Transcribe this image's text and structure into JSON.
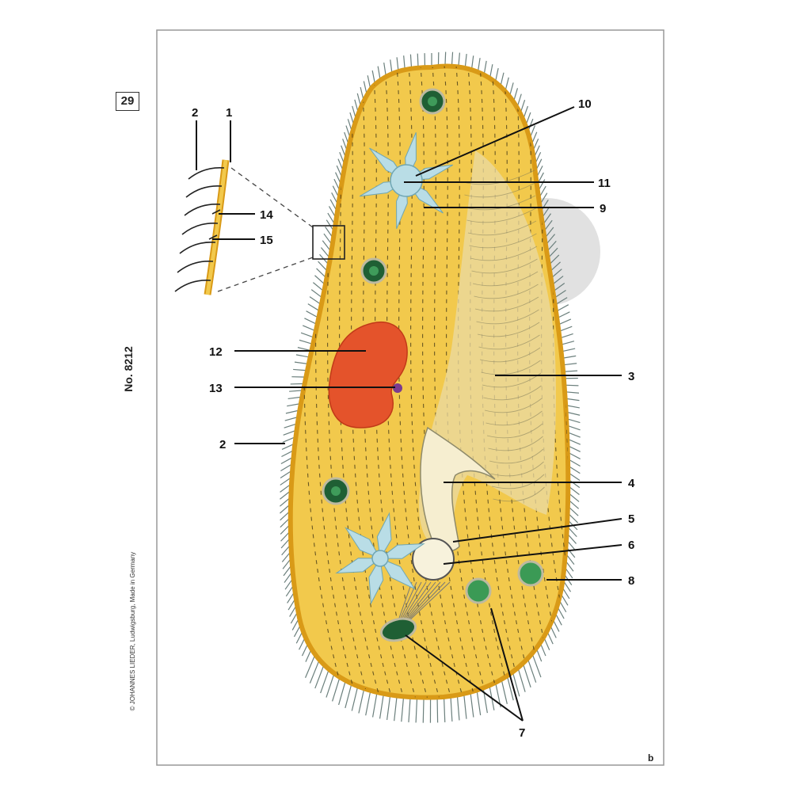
{
  "plate": {
    "number": "29",
    "catalog": "No. 8212",
    "copyright": "© JOHANNES LIEDER, Ludwigsburg, Made in Germany",
    "letter": "b"
  },
  "labels": {
    "l1": "1",
    "l2": "2",
    "l3": "3",
    "l4": "4",
    "l5": "5",
    "l6": "6",
    "l7": "7",
    "l8": "8",
    "l9": "9",
    "l10": "10",
    "l11": "11",
    "l12": "12",
    "l13": "13",
    "l14": "14",
    "l15": "15"
  },
  "colors": {
    "cytoplasm": "#f2c94c",
    "pellicle": "#e0a21e",
    "macronucleus": "#e4532b",
    "micronucleus": "#7a3b8f",
    "contractile_vacuole": "#b9dde6",
    "food_vacuole": "#2f8f4e",
    "cilia": "#6b7f7c"
  }
}
